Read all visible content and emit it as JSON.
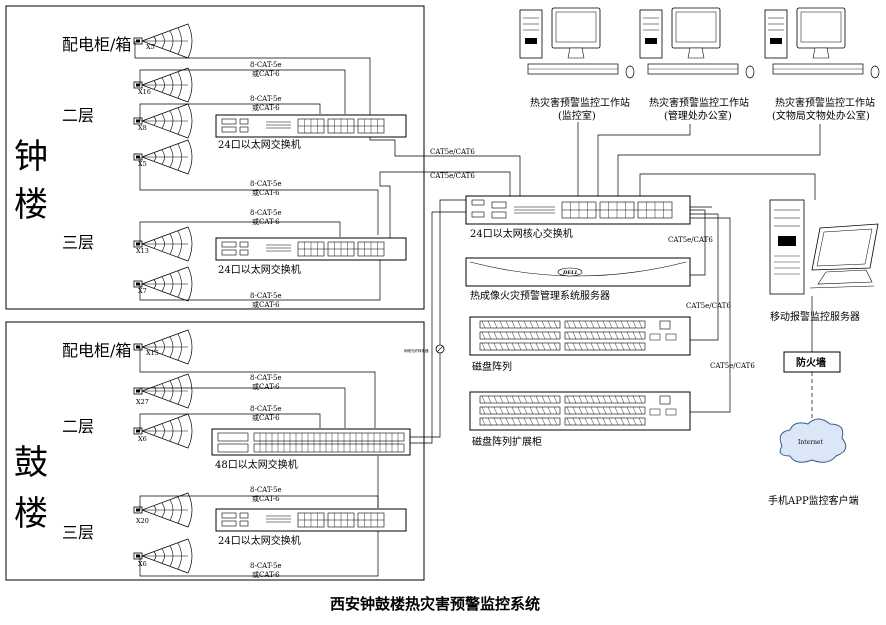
{
  "title": "西安钟鼓楼热灾害预警监控系统",
  "zhonglou": {
    "name_char1": "钟",
    "name_char2": "楼",
    "level_cabinet": "配电柜/箱",
    "level_2": "二层",
    "level_3": "三层",
    "switch_2f": "24口以太网交换机",
    "switch_3f": "24口以太网交换机",
    "cameras": [
      "X5",
      "X16",
      "X8",
      "X5",
      "X13",
      "X7"
    ]
  },
  "gulou": {
    "name_char1": "鼓",
    "name_char2": "楼",
    "level_cabinet": "配电柜/箱",
    "level_2": "二层",
    "level_3": "三层",
    "switch_2f": "48口以太网交换机",
    "switch_3f": "24口以太网交换机",
    "cameras": [
      "X15",
      "X27",
      "X6",
      "X20",
      "X6"
    ]
  },
  "cable": {
    "line1": "8-CAT-5e",
    "line2": "或CAT-6",
    "cat": "CAT5e/CAT6"
  },
  "workstations": [
    {
      "line1": "热灾害预警监控工作站",
      "line2": "(监控室)"
    },
    {
      "line1": "热灾害预警监控工作站",
      "line2": "(管理处办公室)"
    },
    {
      "line1": "热灾害预警监控工作站",
      "line2": "(文物局文物处办公室)"
    }
  ],
  "core_switch": "24口以太网核心交换机",
  "thermal_server": "热成像火灾预警管理系统服务器",
  "server_brand": "DELL",
  "disk_array": "磁盘阵列",
  "disk_array_ext": "磁盘阵列扩展柜",
  "mobile_server": "移动报警监控服务器",
  "firewall": "防火墙",
  "internet": "Internet",
  "mobile_client": "手机APP监控客户端",
  "converter_label": "网络光纤转换器"
}
